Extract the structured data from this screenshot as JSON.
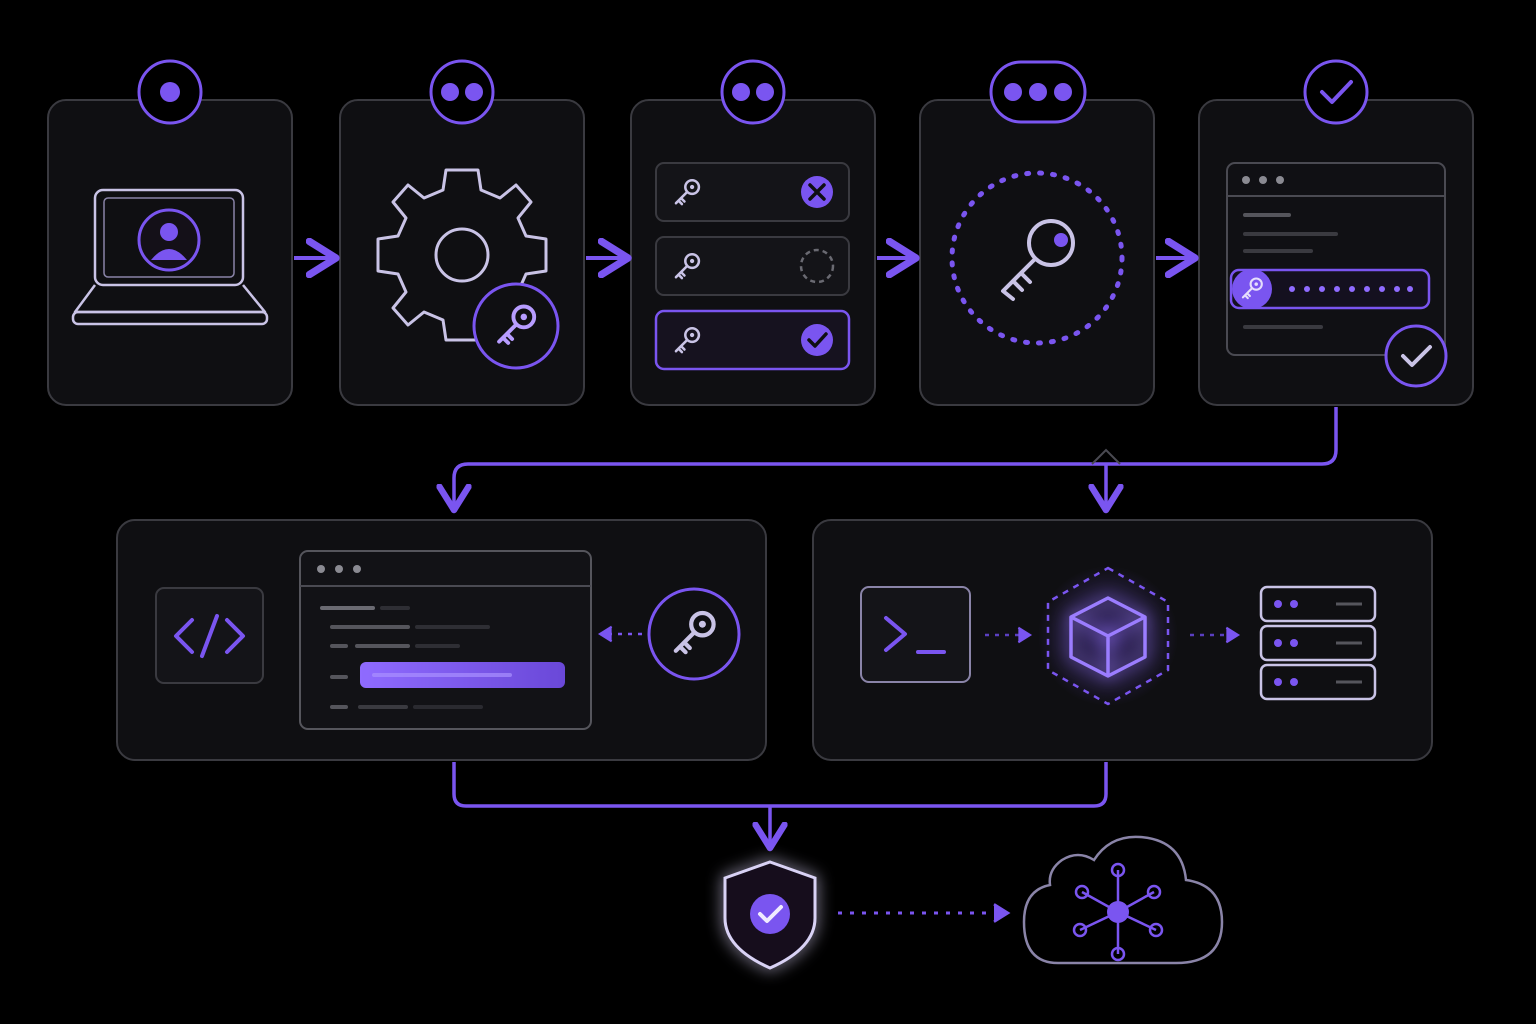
{
  "colors": {
    "background": "#000000",
    "card_fill": "#0f0f12",
    "card_stroke": "#3a3a40",
    "accent": "#7a55f0",
    "accent_soft": "#5a3fc0",
    "icon_light": "#c9c3e6",
    "muted": "#55555c"
  },
  "steps": [
    {
      "id": "sign-in",
      "badge": "one-dot-badge",
      "icon": "laptop-user-icon"
    },
    {
      "id": "configure",
      "badge": "two-dot-badge",
      "icon": "gear-key-icon"
    },
    {
      "id": "select-key",
      "badge": "two-dot-badge",
      "icon": "key-list-icon",
      "keys": [
        {
          "status": "rejected"
        },
        {
          "status": "pending"
        },
        {
          "status": "selected"
        }
      ]
    },
    {
      "id": "key-ring",
      "badge": "three-dot-badge",
      "icon": "key-icon"
    },
    {
      "id": "verified-key",
      "badge": "check-badge",
      "icon": "browser-key-field-icon"
    }
  ],
  "branches": [
    {
      "id": "code-integration",
      "icons": [
        "code-icon",
        "code-editor-icon",
        "key-icon"
      ]
    },
    {
      "id": "cli-deploy",
      "icons": [
        "terminal-icon",
        "cube-icon",
        "server-stack-icon"
      ]
    }
  ],
  "result": {
    "icons": [
      "shield-check-icon",
      "cloud-network-icon"
    ]
  }
}
